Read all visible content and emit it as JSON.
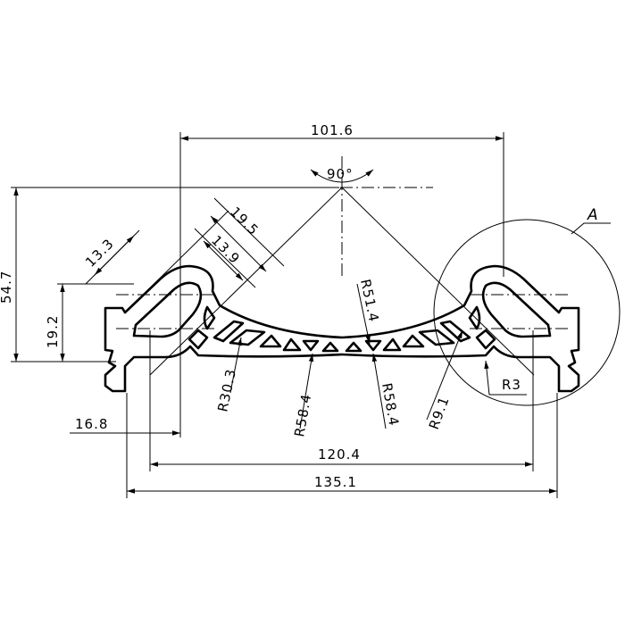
{
  "drawing": {
    "detail_label": "A",
    "dimensions": {
      "top_width": "101.6",
      "angle": "90°",
      "slot_outer": "19.5",
      "slot_inner": "13.9",
      "slot_depth": "13.3",
      "total_height": "54.7",
      "foot_height": "19.2",
      "radius_top": "R51.4",
      "radius_inner": "R30.3",
      "radius_bottom_left": "R58.4",
      "radius_bottom_right": "R58.4",
      "radius_fillet": "R9.1",
      "radius_small": "R3",
      "foot_offset": "16.8",
      "inner_width": "120.4",
      "overall_width": "135.1"
    }
  }
}
